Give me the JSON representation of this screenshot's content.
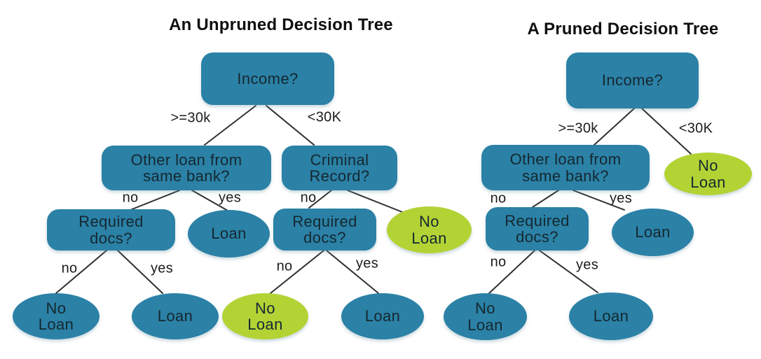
{
  "palette": {
    "bg": "#ffffff",
    "node-fill": "#2b81a6",
    "green-fill": "#b3d335",
    "edge": "#2f2f2f",
    "node-text": "#152830",
    "title-text": "#0f0f0f"
  },
  "trees": [
    {
      "title": "An Unpruned Decision Tree",
      "nodes": {
        "income": {
          "label": "Income?"
        },
        "other_loan": {
          "label": "Other loan from\nsame bank?"
        },
        "criminal": {
          "label": "Criminal\nRecord?"
        },
        "required1": {
          "label": "Required\ndocs?"
        },
        "loan_mid": {
          "label": "Loan"
        },
        "required2": {
          "label": "Required\ndocs?"
        },
        "no_loan_green_mid": {
          "label": "No\nLoan"
        },
        "no_loan_leaf": {
          "label": "No\nLoan"
        },
        "loan_leaf1": {
          "label": "Loan"
        },
        "no_loan_green_leaf": {
          "label": "No\nLoan"
        },
        "loan_leaf2": {
          "label": "Loan"
        }
      },
      "edge_labels": {
        "ge30k": ">=30k",
        "lt30k": "<30K",
        "no1": "no",
        "yes1": "yes",
        "no2": "no",
        "no3": "no",
        "yes2": "yes",
        "no4": "no",
        "yes3": "yes"
      }
    },
    {
      "title": "A Pruned Decision Tree",
      "nodes": {
        "income": {
          "label": "Income?"
        },
        "other_loan": {
          "label": "Other loan from\nsame bank?"
        },
        "no_loan_green": {
          "label": "No\nLoan"
        },
        "required": {
          "label": "Required\ndocs?"
        },
        "loan_mid": {
          "label": "Loan"
        },
        "no_loan_leaf": {
          "label": "No\nLoan"
        },
        "loan_leaf": {
          "label": "Loan"
        }
      },
      "edge_labels": {
        "ge30k": ">=30k",
        "lt30k": "<30K",
        "no1": "no",
        "yes1": "yes",
        "no2": "no",
        "yes2": "yes"
      }
    }
  ]
}
